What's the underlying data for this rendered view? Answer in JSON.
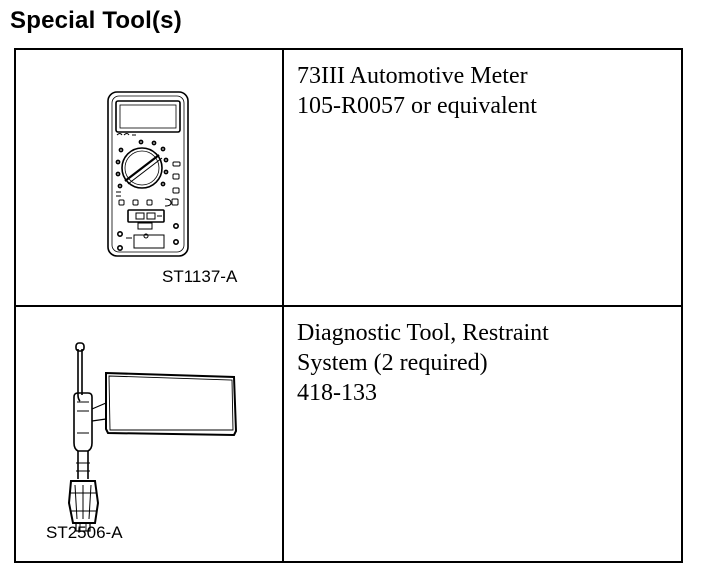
{
  "page": {
    "title": "Special Tool(s)"
  },
  "tools": [
    {
      "caption": "ST1137-A",
      "illustration": "multimeter-icon",
      "lines": [
        "73III Automotive Meter",
        "105-R0057 or equivalent"
      ]
    },
    {
      "caption": "ST2506-A",
      "illustration": "diagnostic-tool-icon",
      "lines": [
        "Diagnostic Tool, Restraint",
        "System (2 required)",
        "418-133"
      ]
    }
  ]
}
